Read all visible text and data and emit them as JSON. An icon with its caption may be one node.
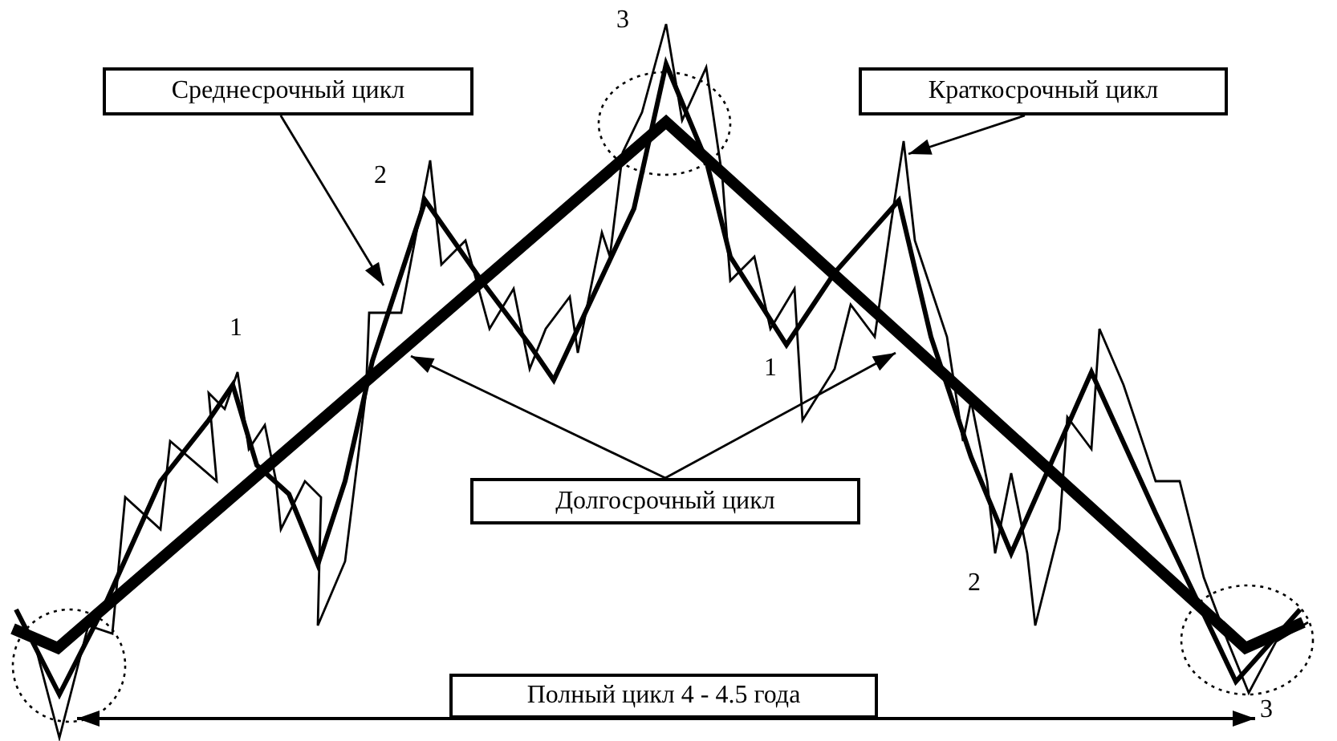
{
  "diagram": {
    "nodes": [
      {
        "text": [
          "Среднесрочный цикл"
        ]
      },
      {
        "text": [
          "Краткосрочный цикл"
        ]
      },
      {
        "text": [
          "Долгосрочный цикл"
        ]
      },
      {
        "text": [
          "Полный цикл 4 - 4.5 года"
        ]
      }
    ],
    "edges": [
      {
        "from": 0,
        "to": null,
        "arrow": "to"
      },
      {
        "from": 1,
        "to": null,
        "arrow": "to"
      },
      {
        "from": 2,
        "to": null,
        "arrow": "to"
      },
      {
        "from": 2,
        "to": null,
        "arrow": "to"
      }
    ],
    "labels": [
      "3",
      "2",
      "1",
      "1",
      "2",
      "3"
    ]
  }
}
